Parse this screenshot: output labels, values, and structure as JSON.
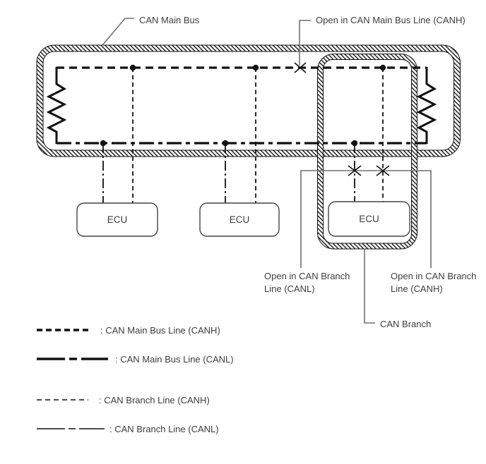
{
  "diagram": {
    "main_bus_label": "CAN Main Bus",
    "open_main_canh_label": "Open in CAN Main Bus Line (CANH)",
    "open_branch_canl_label": "Open in CAN Branch Line (CANL)",
    "open_branch_canh_label": "Open in CAN Branch Line (CANH)",
    "can_branch_label": "CAN Branch",
    "ecus": [
      {
        "label": "ECU"
      },
      {
        "label": "ECU"
      },
      {
        "label": "ECU"
      }
    ],
    "fault_marks": [
      {
        "name": "open-main-canh",
        "symbol": "x"
      },
      {
        "name": "open-branch-canl",
        "symbol": "x"
      },
      {
        "name": "open-branch-canh",
        "symbol": "x"
      }
    ],
    "terminators": [
      "left-resistor",
      "right-resistor"
    ]
  },
  "legend": {
    "items": [
      {
        "label": ": CAN Main Bus Line (CANH)",
        "style": "thick-dashed"
      },
      {
        "label": ": CAN Main Bus Line (CANL)",
        "style": "thick-dash-dot"
      },
      {
        "label": ": CAN Branch Line (CANH)",
        "style": "thin-dashed"
      },
      {
        "label": ": CAN Branch Line (CANL)",
        "style": "thin-dash-dot"
      }
    ]
  },
  "colors": {
    "line": "#111111",
    "leader": "#707070",
    "text": "#3d3d3d",
    "background": "#ffffff"
  }
}
